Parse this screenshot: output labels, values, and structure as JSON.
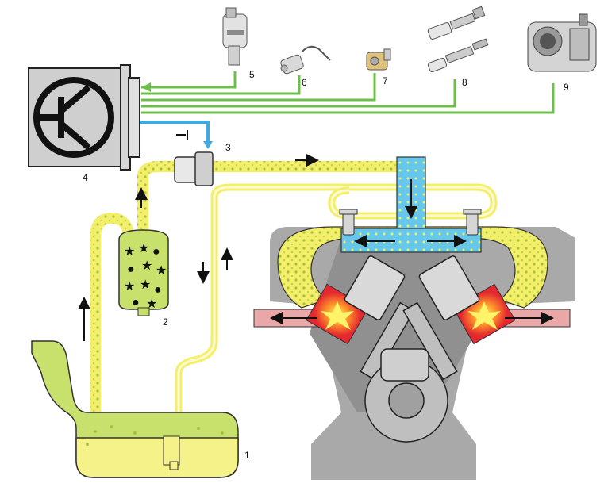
{
  "labels": {
    "fuel_tank": "1",
    "fuel_filter": "2",
    "control_valve": "3",
    "ecu": "4",
    "sensor_5": "5",
    "sensor_6": "6",
    "sensor_7": "7",
    "sensor_8": "8",
    "throttle_body": "9"
  },
  "colors": {
    "fuel_line_fill": "#f3ef6b",
    "fuel_dots": "#9bc43a",
    "tank_green": "#c8e06c",
    "tank_yellow": "#f5f28a",
    "air_blue": "#67c7ea",
    "signal_green": "#6cc04a",
    "engine_gray": "#a9a9a9",
    "combustion_red": "#e8323a",
    "exhaust_pink": "#e9a7a7",
    "ecu_gray": "#cfcfcf"
  },
  "icons": {
    "ecu_symbol": "transistor-symbol-icon",
    "flow_arrows": "arrow-icon",
    "spark": "explosion-icon"
  }
}
